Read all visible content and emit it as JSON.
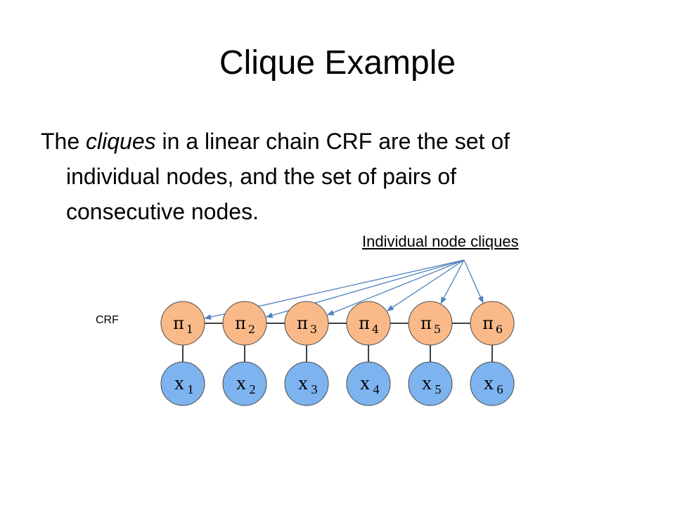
{
  "slide": {
    "title": "Clique Example",
    "body": {
      "line1_before": "The ",
      "line1_emph": "cliques",
      "line1_after": " in a linear chain CRF are the set of",
      "line2": "individual nodes, and the set of pairs of",
      "line3": "consecutive nodes."
    }
  },
  "diagram": {
    "annotation": "Individual node cliques",
    "model_label": "CRF",
    "hidden_nodes": [
      {
        "symbol": "π",
        "subscript": "1"
      },
      {
        "symbol": "π",
        "subscript": "2"
      },
      {
        "symbol": "π",
        "subscript": "3"
      },
      {
        "symbol": "π",
        "subscript": "4"
      },
      {
        "symbol": "π",
        "subscript": "5"
      },
      {
        "symbol": "π",
        "subscript": "6"
      }
    ],
    "observed_nodes": [
      {
        "symbol": "x",
        "subscript": "1"
      },
      {
        "symbol": "x",
        "subscript": "2"
      },
      {
        "symbol": "x",
        "subscript": "3"
      },
      {
        "symbol": "x",
        "subscript": "4"
      },
      {
        "symbol": "x",
        "subscript": "5"
      },
      {
        "symbol": "x",
        "subscript": "6"
      }
    ],
    "colors": {
      "hidden_fill": "#F9B989",
      "observed_fill": "#7DB3EF",
      "node_stroke": "#4A4A4A",
      "edge": "#000000",
      "arrow": "#4F81BD"
    }
  }
}
